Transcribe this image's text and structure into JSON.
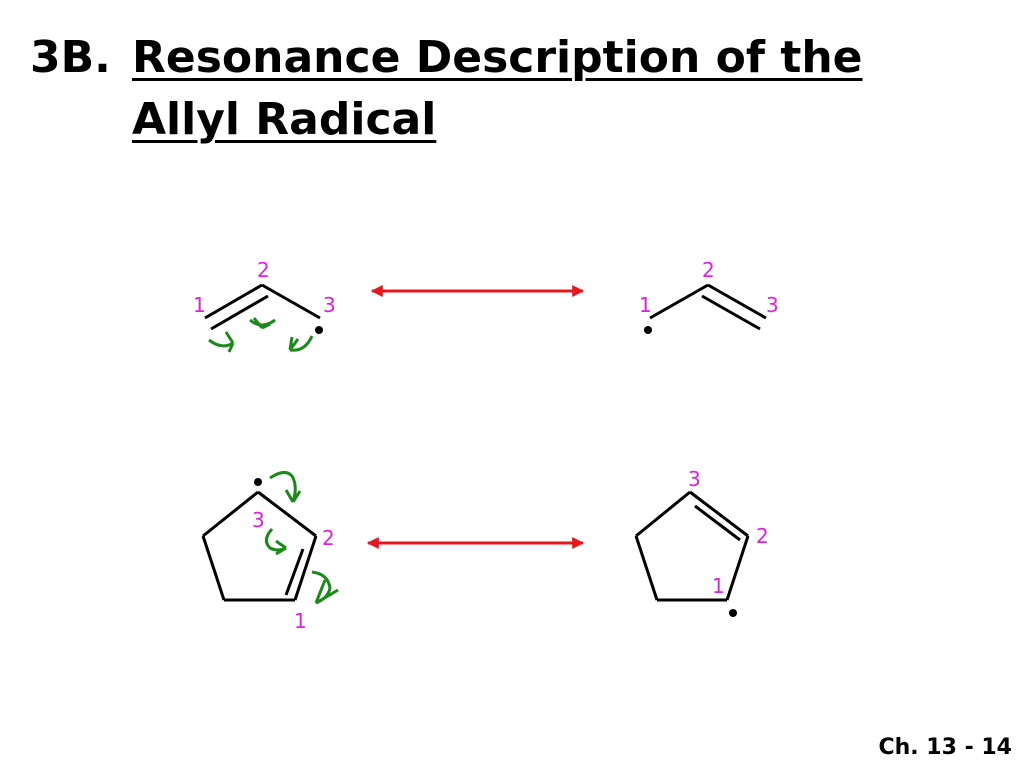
{
  "slide": {
    "title_number": "3B.",
    "title_line1": "Resonance Description of the",
    "title_line2": "Allyl Radical",
    "footer": "Ch. 13 - 14"
  },
  "labels": {
    "one": "1",
    "two": "2",
    "three": "3"
  },
  "colors": {
    "bond": "#000000",
    "resonance_arrow": "#e8161e",
    "electron_arrow": "#1a8a1a",
    "carbon_number": "#e020e0"
  }
}
